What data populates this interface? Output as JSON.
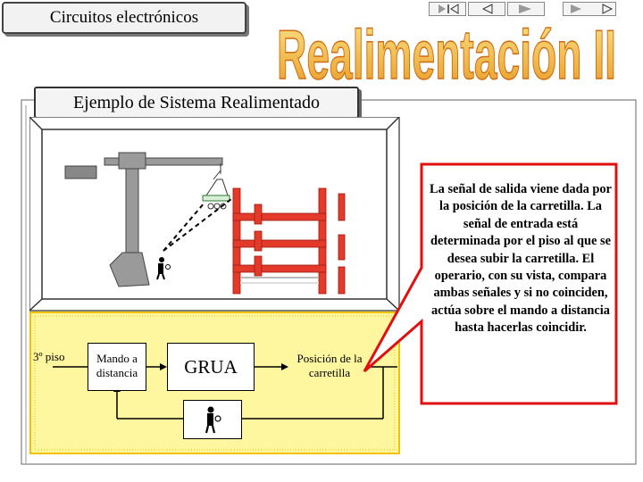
{
  "header": {
    "topic": "Circuitos electrónicos",
    "title": "Realimentación II",
    "nav_buttons": [
      "first-slide-icon",
      "previous-slide-icon",
      "home-icon",
      "next-slide-icon"
    ]
  },
  "section": {
    "title": "Ejemplo de Sistema Realimentado"
  },
  "diagram": {
    "input_label": "3º piso",
    "block_remote": "Mando a distancia",
    "block_crane": "GRUA",
    "output_label": "Posición de la carretilla",
    "colors": {
      "panel_bg": "#fff7a0",
      "panel_border": "#f2c200",
      "scaffold": "#e43a2a",
      "crane": "#808080"
    }
  },
  "callout": {
    "text": "La señal de salida viene dada por la posición de la carretilla. La señal de entrada está determinada por el piso al que se desea subir la carretilla. El operario, con su vista, compara ambas señales y si no coinciden, actúa sobre el mando a distancia hasta hacerlas coincidir."
  }
}
